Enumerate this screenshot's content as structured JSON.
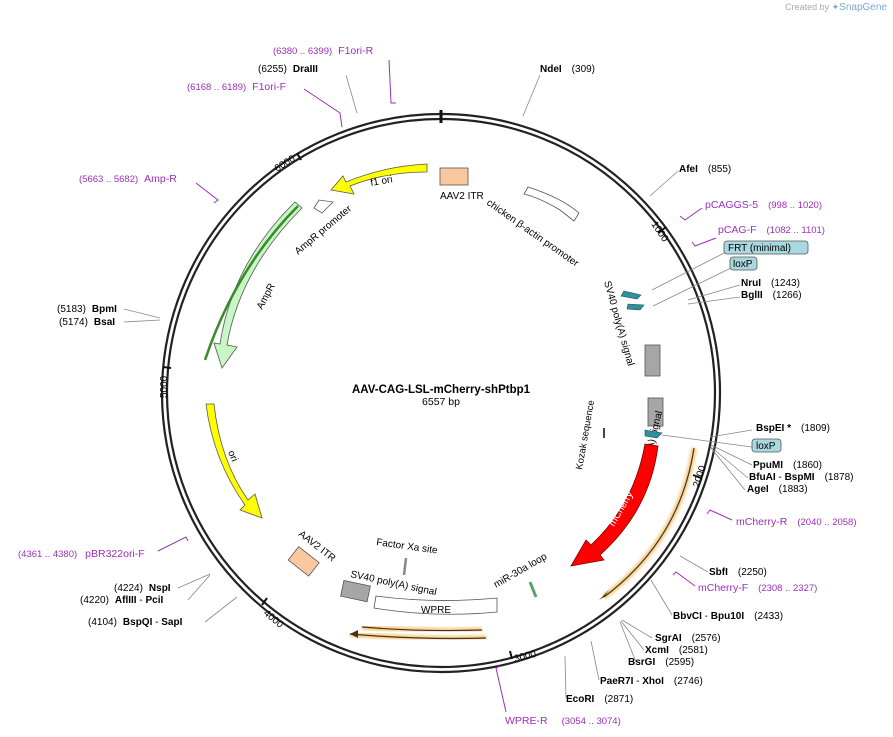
{
  "header": {
    "created_by": "Created by",
    "brand": "SnapGene"
  },
  "map": {
    "title": "AAV-CAG-LSL-mCherry-shPtbp1",
    "size_label": "6557 bp",
    "total_bp": 6557,
    "tick_labels": [
      "1000",
      "2000",
      "3000",
      "4000",
      "5000",
      "6000"
    ],
    "colors": {
      "enzyme": "#000000",
      "primer": "#9d2fb8",
      "itr": "#f9c89e",
      "ori": "#ffff00",
      "ampr": "#c8f7c5",
      "promoter": "#ffffff",
      "polya": "#a6a6a6",
      "mcherry": "#ff0000",
      "lox": "#a9d8e0",
      "misc": "#2f8f9d",
      "orf": "#f5d195"
    }
  },
  "enzymes": [
    {
      "name": "NdeI",
      "pos": "(309)"
    },
    {
      "name": "AfeI",
      "pos": "(855)"
    },
    {
      "name": "NruI",
      "pos": "(1243)"
    },
    {
      "name": "BglII",
      "pos": "(1266)"
    },
    {
      "name": "BspEI *",
      "pos": "(1809)"
    },
    {
      "name": "PpuMI",
      "pos": "(1860)"
    },
    {
      "name": "BfuAI",
      "sep": " - ",
      "name2": "BspMI",
      "pos": "(1878)"
    },
    {
      "name": "AgeI",
      "pos": "(1883)"
    },
    {
      "name": "SbfI",
      "pos": "(2250)"
    },
    {
      "name": "BbvCI",
      "sep": " - ",
      "name2": "Bpu10I",
      "pos": "(2433)"
    },
    {
      "name": "SgrAI",
      "pos": "(2576)"
    },
    {
      "name": "XcmI",
      "pos": "(2581)"
    },
    {
      "name": "BsrGI",
      "pos": "(2595)"
    },
    {
      "name": "PaeR7I",
      "sep": " - ",
      "name2": "XhoI",
      "pos": "(2746)"
    },
    {
      "name": "EcoRI",
      "pos": "(2871)"
    },
    {
      "name": "BspQI",
      "sep": " - ",
      "name2": "SapI",
      "pos": "(4104)"
    },
    {
      "name": "AflIII",
      "sep": " - ",
      "name2": "PciI",
      "pos": "(4220)"
    },
    {
      "name": "NspI",
      "pos": "(4224)"
    },
    {
      "name": "BsaI",
      "pos": "(5174)"
    },
    {
      "name": "BpmI",
      "pos": "(5183)"
    },
    {
      "name": "DraIII",
      "pos": "(6255)"
    }
  ],
  "primers": [
    {
      "name": "F1ori-R",
      "range": "(6380 .. 6399)"
    },
    {
      "name": "F1ori-F",
      "range": "(6168 .. 6189)"
    },
    {
      "name": "Amp-R",
      "range": "(5663 .. 5682)"
    },
    {
      "name": "pCAGGS-5",
      "range": "(998 .. 1020)"
    },
    {
      "name": "pCAG-F",
      "range": "(1082 .. 1101)"
    },
    {
      "name": "mCherry-R",
      "range": "(2040 .. 2058)"
    },
    {
      "name": "mCherry-F",
      "range": "(2308 .. 2327)"
    },
    {
      "name": "WPRE-R",
      "range": "(3054 .. 3074)"
    },
    {
      "name": "pBR322ori-F",
      "range": "(4361 .. 4380)"
    }
  ],
  "features": {
    "f1_ori": "f1 ori",
    "aav2_itr_top": "AAV2 ITR",
    "chicken_actin": "chicken β-actin promoter",
    "ampr_promoter": "AmpR promoter",
    "ampr": "AmpR",
    "ori": "ori",
    "sv40_1": "SV40 poly(A) signal",
    "sv40_2": "SV40 poly(A) signal",
    "kozak": "Kozak sequence",
    "mcherry": "mCherry",
    "mir30a": "miR-30a loop",
    "factor_xa": "Factor Xa site",
    "aav2_itr_bottom": "AAV2 ITR",
    "sv40_3": "SV40 poly(A) signal",
    "wpre": "WPRE",
    "frt": "FRT (minimal)",
    "loxp_1": "loxP",
    "loxp_2": "loxP"
  }
}
